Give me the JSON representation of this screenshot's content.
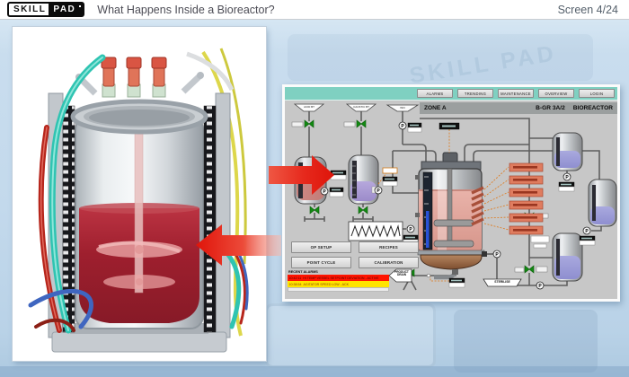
{
  "header": {
    "logo_skill": "SKILL",
    "logo_pad": "PAD",
    "title": "What Happens Inside a Bioreactor?",
    "screen_counter": "Screen 4/24"
  },
  "background": {
    "watermark": "SKILL PAD"
  },
  "hmi": {
    "nav_buttons": [
      "ALARMS",
      "TRENDING",
      "MAINTENANCE",
      "OVERVIEW",
      "LOGIN"
    ],
    "zone_label": "ZONE A",
    "unit_label": "B-GR 3A/2",
    "equipment_label": "BIOREACTOR",
    "p_label": "P",
    "funnel_labels": [
      "ACID BT",
      "CAUSTIC BT",
      "WFI"
    ],
    "panel_buttons": [
      "OP SETUP",
      "RECIPES",
      "POINT CYCLE",
      "CALIBRATION"
    ],
    "recent_alarms_label": "RECENT ALARMS",
    "alarm_rows": [
      {
        "time": "10:42:11",
        "text": "HI TEMP  VESSEL SETPOINT DEVIATION  - ACTIVE"
      },
      {
        "time": "10:38:54",
        "text": "AGITATOR SPEED LOW  - ACK"
      }
    ],
    "product_drain_line1": "PRODUCT",
    "product_drain_line2": "DRAIN",
    "sterilise_label": "STERILISE",
    "colors": {
      "topbar_teal": "#7fd0c1",
      "mimic_gray": "#c7c7c7",
      "alarm_red": "#ff1400",
      "alarm_yellow": "#ffe400",
      "liquid_pink": "#e3a89f",
      "liquid_purple": "#ab9cd6",
      "liquid_lavender": "#9f9fd8",
      "arrow_red": "#e6281c"
    }
  }
}
